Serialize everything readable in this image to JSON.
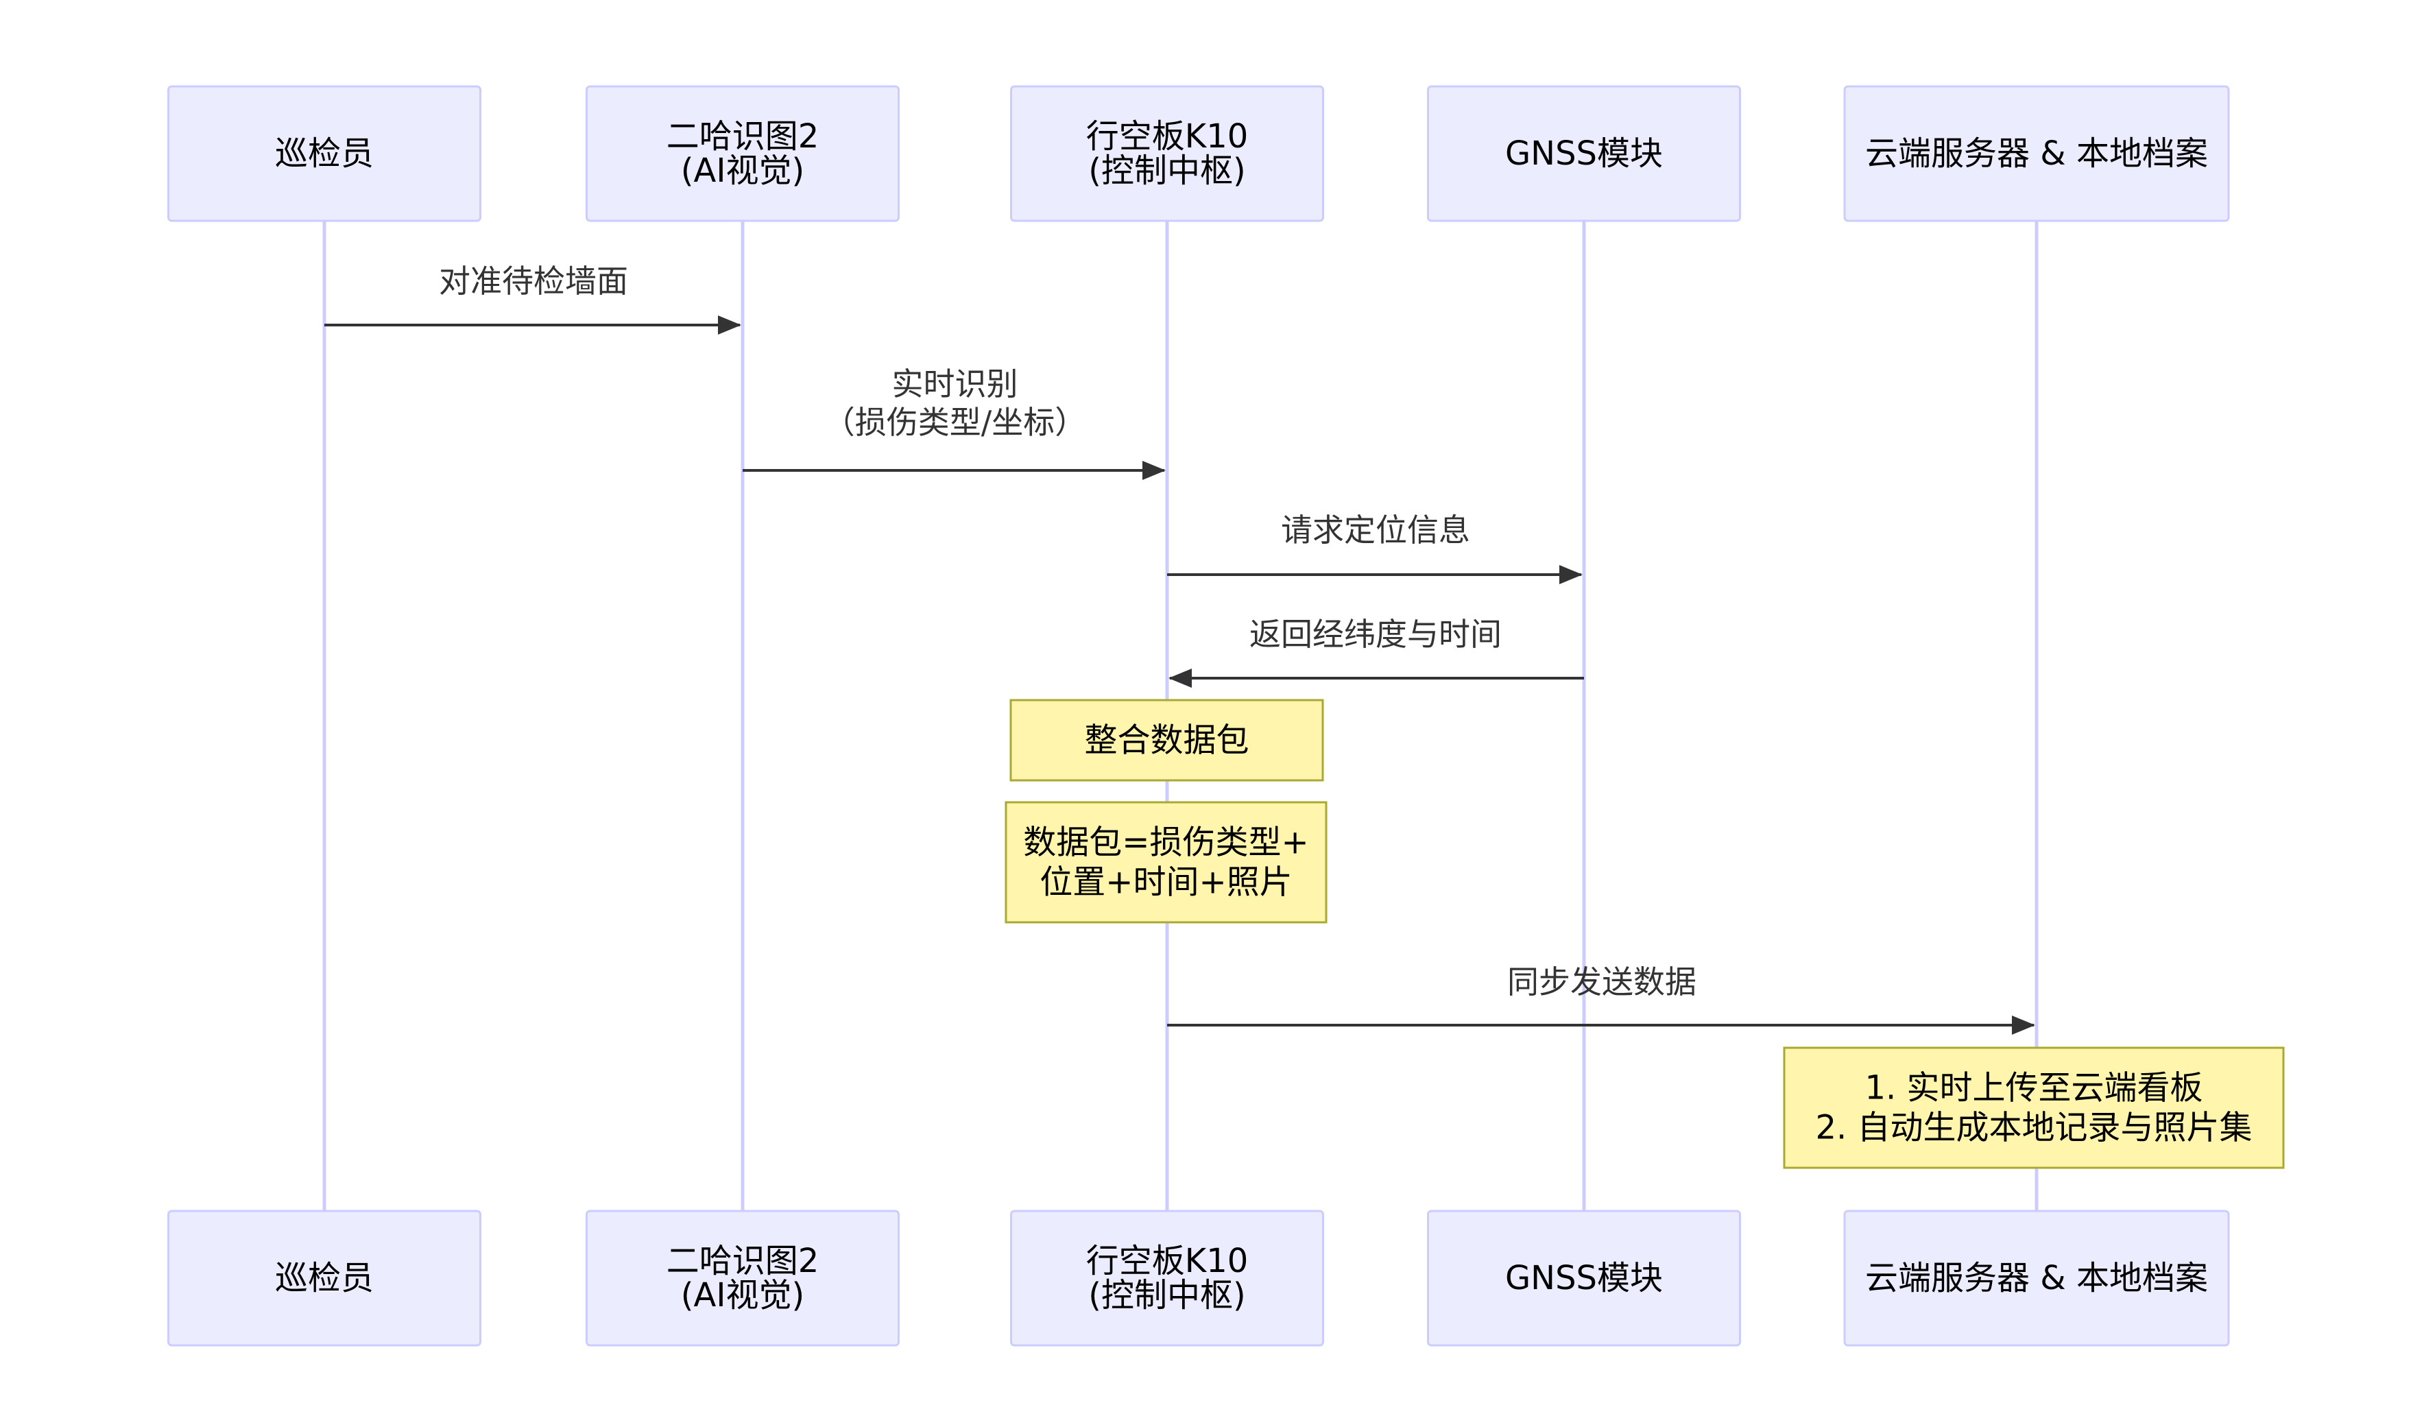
{
  "actors": [
    {
      "id": "inspector",
      "lines": [
        "巡检员"
      ]
    },
    {
      "id": "vision",
      "lines": [
        "二哈识图2",
        "(AI视觉)"
      ]
    },
    {
      "id": "controller",
      "lines": [
        "行空板K10",
        "(控制中枢)"
      ]
    },
    {
      "id": "gnss",
      "lines": [
        "GNSS模块"
      ]
    },
    {
      "id": "cloud",
      "lines": [
        "云端服务器 & 本地档案"
      ]
    }
  ],
  "messages": [
    {
      "id": "aim-wall",
      "from": "inspector",
      "to": "vision",
      "lines": [
        "对准待检墙面"
      ]
    },
    {
      "id": "realtime-detect",
      "from": "vision",
      "to": "controller",
      "lines": [
        "实时识别",
        "（损伤类型/坐标）"
      ]
    },
    {
      "id": "request-location",
      "from": "controller",
      "to": "gnss",
      "lines": [
        "请求定位信息"
      ]
    },
    {
      "id": "return-coords",
      "from": "gnss",
      "to": "controller",
      "lines": [
        "返回经纬度与时间"
      ]
    },
    {
      "id": "sync-send",
      "from": "controller",
      "to": "cloud",
      "lines": [
        "同步发送数据"
      ]
    }
  ],
  "notes": [
    {
      "id": "merge-packet",
      "over": "controller",
      "lines": [
        "整合数据包"
      ]
    },
    {
      "id": "packet-content",
      "over": "controller",
      "lines": [
        "数据包=损伤类型+",
        "位置+时间+照片"
      ]
    },
    {
      "id": "cloud-actions",
      "over": "cloud",
      "lines": [
        "1. 实时上传至云端看板",
        "2. 自动生成本地记录与照片集"
      ]
    }
  ],
  "colors": {
    "actor_fill": "#ECECFF",
    "actor_stroke": "#CCCCFF",
    "lifeline": "#CCCCFF",
    "message": "#333333",
    "note_fill": "#FFF5AD",
    "note_stroke": "#AAAA33"
  }
}
